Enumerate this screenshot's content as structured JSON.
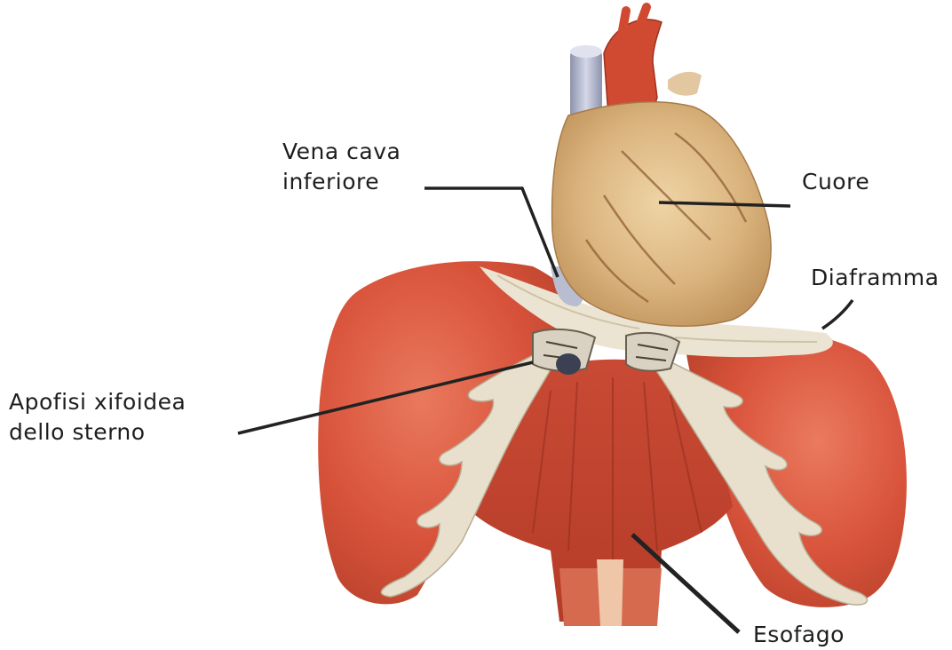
{
  "labels": {
    "vena_cava": {
      "line1": "Vena cava",
      "line2": "inferiore"
    },
    "cuore": "Cuore",
    "diaframma": "Diaframma",
    "apofisi": {
      "line1": "Apofisi xifoidea",
      "line2": "dello sterno"
    },
    "esofago": "Esofago"
  },
  "colors": {
    "muscle": "#d8523a",
    "muscle_dark": "#b23a26",
    "tendon": "#e9e1cf",
    "heart": "#d9b47e",
    "aorta": "#d2462f",
    "vein": "#aab0c8",
    "leader": "#222222"
  }
}
